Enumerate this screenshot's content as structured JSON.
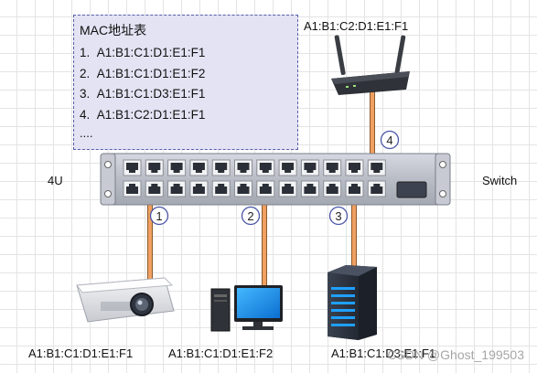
{
  "mac_table": {
    "title": "MAC地址表",
    "rows": [
      {
        "index": "1.",
        "mac": "A1:B1:C1:D1:E1:F1"
      },
      {
        "index": "2.",
        "mac": "A1:B1:C1:D1:E1:F2"
      },
      {
        "index": "3.",
        "mac": "A1:B1:C1:D3:E1:F1"
      },
      {
        "index": "4.",
        "mac": "A1:B1:C2:D1:E1:F1"
      }
    ],
    "ellipsis": "...."
  },
  "switch": {
    "rack_label": "4U",
    "name_label": "Switch"
  },
  "ports": [
    "1",
    "2",
    "3",
    "4"
  ],
  "devices": {
    "router": {
      "mac": "A1:B1:C2:D1:E1:F1",
      "icon": "wireless-router-icon"
    },
    "projector": {
      "mac": "A1:B1:C1:D1:E1:F1",
      "icon": "projector-icon"
    },
    "desktop": {
      "mac": "A1:B1:C1:D1:E1:F2",
      "icon": "desktop-computer-icon"
    },
    "server": {
      "mac": "A1:B1:C1:D3:E1:F1",
      "icon": "server-icon"
    }
  },
  "watermark": "CSDN @Ghost_199503",
  "colors": {
    "cable": "#f0a060",
    "table_bg": "#e3e3f4",
    "table_border": "#5860a8",
    "badge": "#4a55a8"
  }
}
